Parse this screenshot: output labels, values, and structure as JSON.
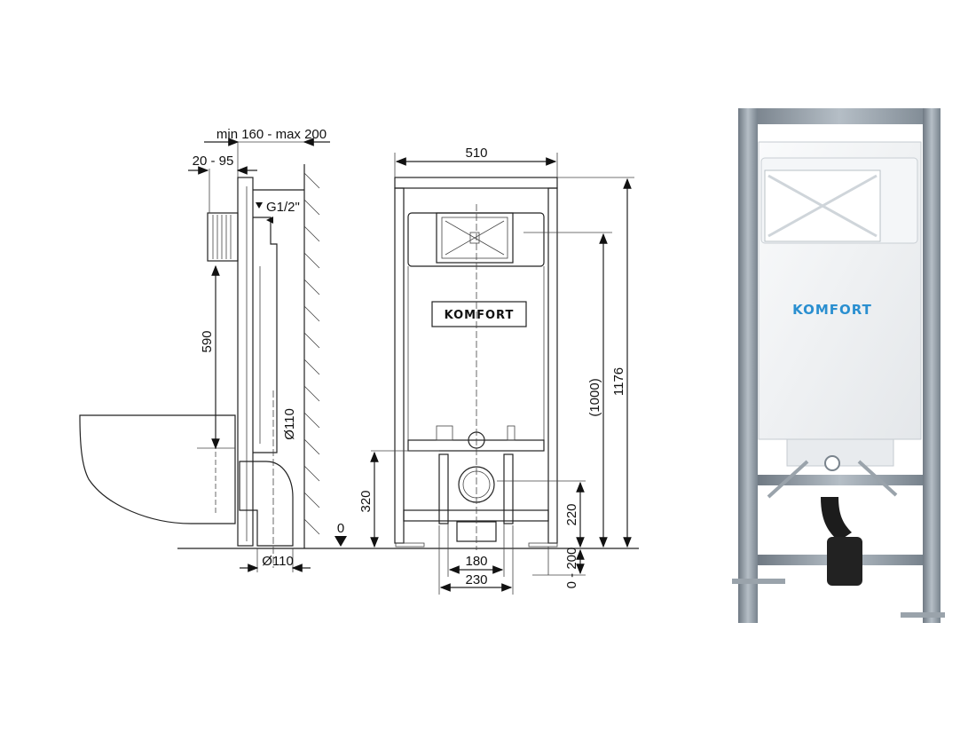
{
  "side_view": {
    "dim_wall_distance": "min 160 - max 200",
    "dim_flush_plate": "20 - 95",
    "water_inlet": "G1/2\"",
    "dim_590": "590",
    "pipe_diameter_vertical": "Ø110",
    "pipe_diameter_bottom": "Ø110",
    "floor_level": "0"
  },
  "front_view": {
    "dim_width": "510",
    "brand_label": "KOMFORT",
    "dim_flush_height": "(1000)",
    "dim_total_height": "1176",
    "dim_320": "320",
    "dim_220": "220",
    "dim_180": "180",
    "dim_230": "230",
    "dim_leg_adjust": "0 - 200"
  },
  "photo": {
    "brand_label": "KOMFORT",
    "brand_color": "#2a8fd0",
    "frame_color": "#8f99a3"
  }
}
